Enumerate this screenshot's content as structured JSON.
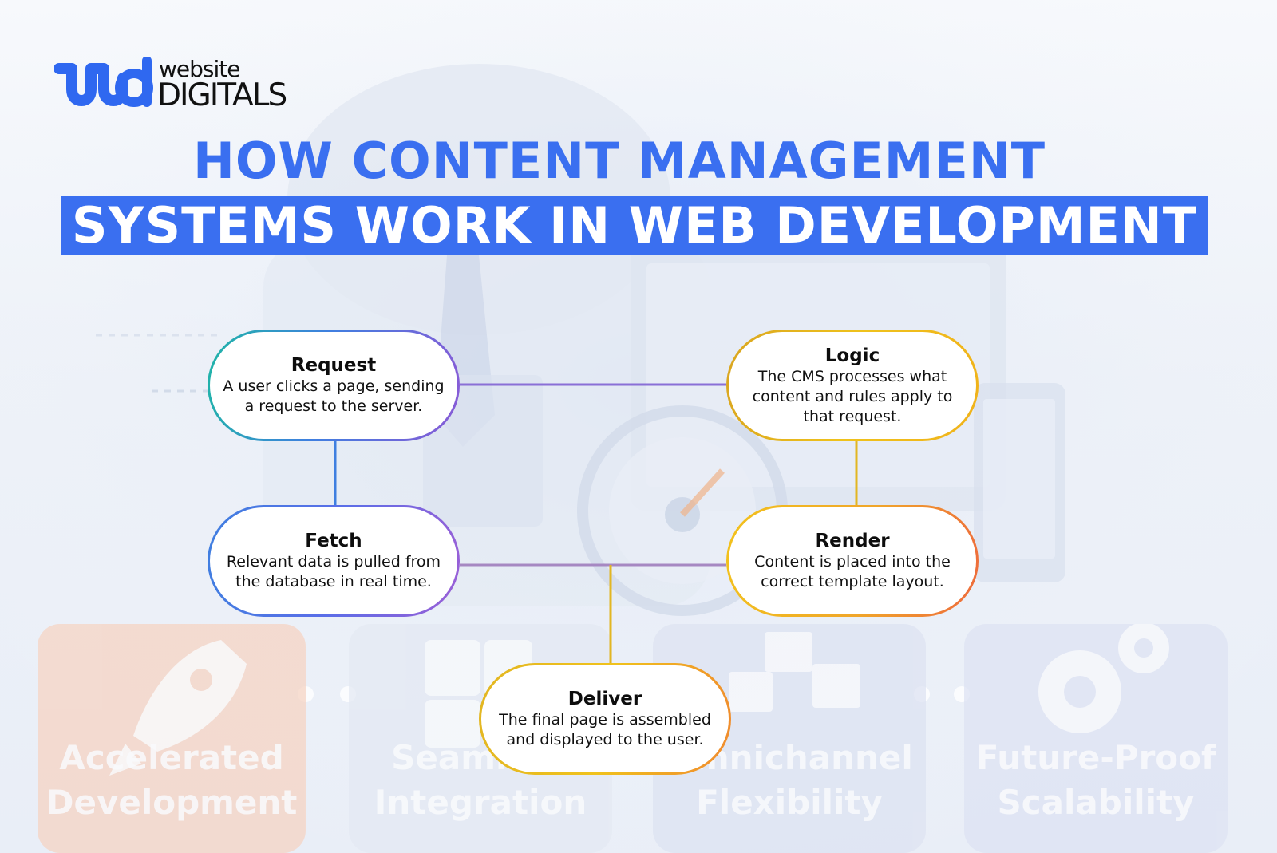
{
  "logo": {
    "mark": "wd",
    "top_text": "website",
    "bottom_text": "DIGITALS"
  },
  "heading": {
    "line1": "HOW CONTENT MANAGEMENT",
    "line2": "SYSTEMS WORK IN WEB DEVELOPMENT"
  },
  "steps": [
    {
      "title": "Request",
      "desc": "A user clicks a page, sending a request to the server."
    },
    {
      "title": "Logic",
      "desc": "The CMS processes what content and rules apply to that request."
    },
    {
      "title": "Fetch",
      "desc": "Relevant data is pulled from the database in real time."
    },
    {
      "title": "Render",
      "desc": "Content is placed into the correct template layout."
    },
    {
      "title": "Deliver",
      "desc": "The final page is assembled and displayed to the user."
    }
  ],
  "background_cards": [
    {
      "line1": "Accelerated",
      "line2": "Development",
      "color": "#f6d4c4"
    },
    {
      "line1": "Seamless",
      "line2": "Integration",
      "color": "#e4e9f3"
    },
    {
      "line1": "Omnichannel",
      "line2": "Flexibility",
      "color": "#dde3f2"
    },
    {
      "line1": "Future-Proof",
      "line2": "Scalability",
      "color": "#dee3f3"
    }
  ],
  "colors": {
    "brand_blue": "#3a6ff0",
    "connector_purple": "#8a6fd6",
    "connector_yellow": "#efc21c"
  }
}
